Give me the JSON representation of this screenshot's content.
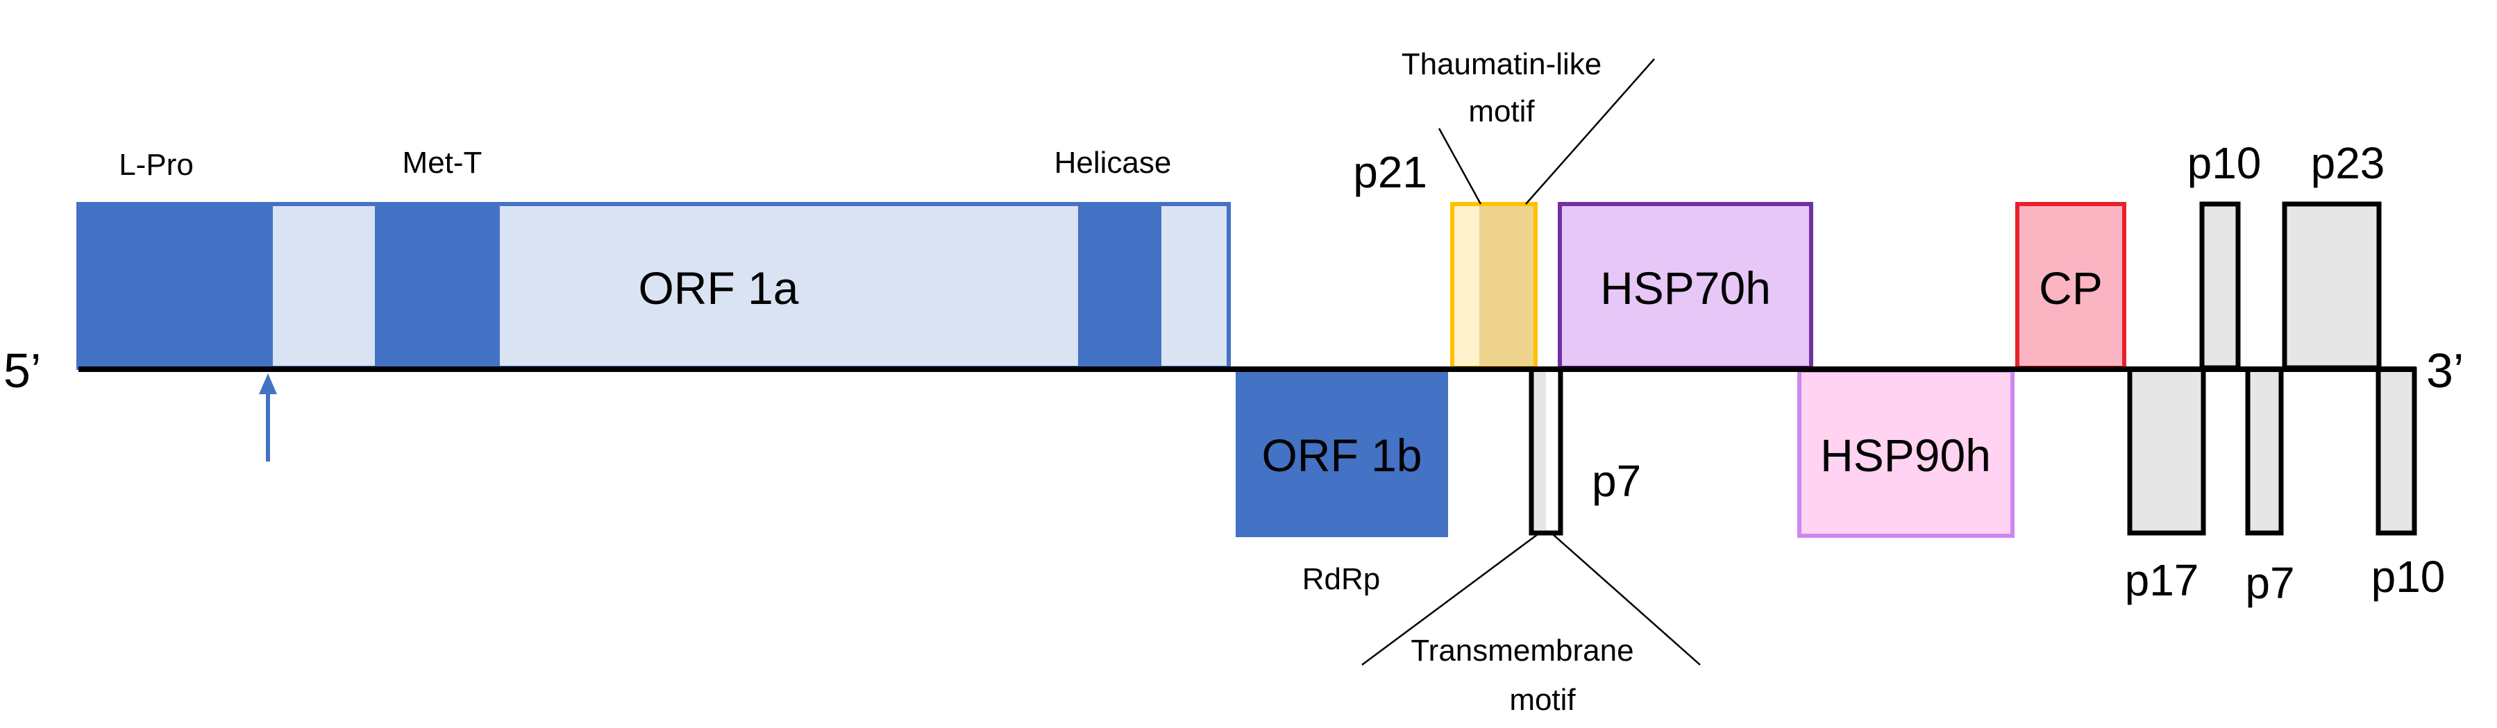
{
  "ends": {
    "five_prime": "5’",
    "three_prime": "3’"
  },
  "domains": {
    "lpro": "L-Pro",
    "mett": "Met-T",
    "helicase": "Helicase",
    "rdrp": "RdRp"
  },
  "orfs": {
    "orf1a": "ORF 1a",
    "orf1b": "ORF 1b",
    "p21": "p21",
    "hsp70h": "HSP70h",
    "cp": "CP",
    "p10_top": "p10",
    "p23": "p23",
    "p7_left": "p7",
    "hsp90h": "HSP90h",
    "p17": "p17",
    "p7_right": "p7",
    "p10_bottom": "p10"
  },
  "motifs": {
    "thaumatin_line1": "Thaumatin-like",
    "thaumatin_line2": "motif",
    "transmembrane_line1": "Transmembrane",
    "transmembrane_line2": "motif"
  },
  "colors": {
    "orf1_dark": "#4472C4",
    "orf1_light": "#DAE3F3",
    "p21_fill": "#FFF2CC",
    "p21_motif": "#EDD38E",
    "p21_stroke": "#FFC000",
    "hsp70h_fill": "#E6C7F7",
    "hsp70h_stroke": "#7030A0",
    "hsp90h_fill": "#FFD3F1",
    "hsp90h_stroke": "#CC88EE",
    "cp_fill": "#FBB5C2",
    "cp_stroke": "#E8202A",
    "small_orf_fill": "#E7E6E6",
    "small_orf_stroke": "#000000",
    "arrow": "#4472C4"
  }
}
